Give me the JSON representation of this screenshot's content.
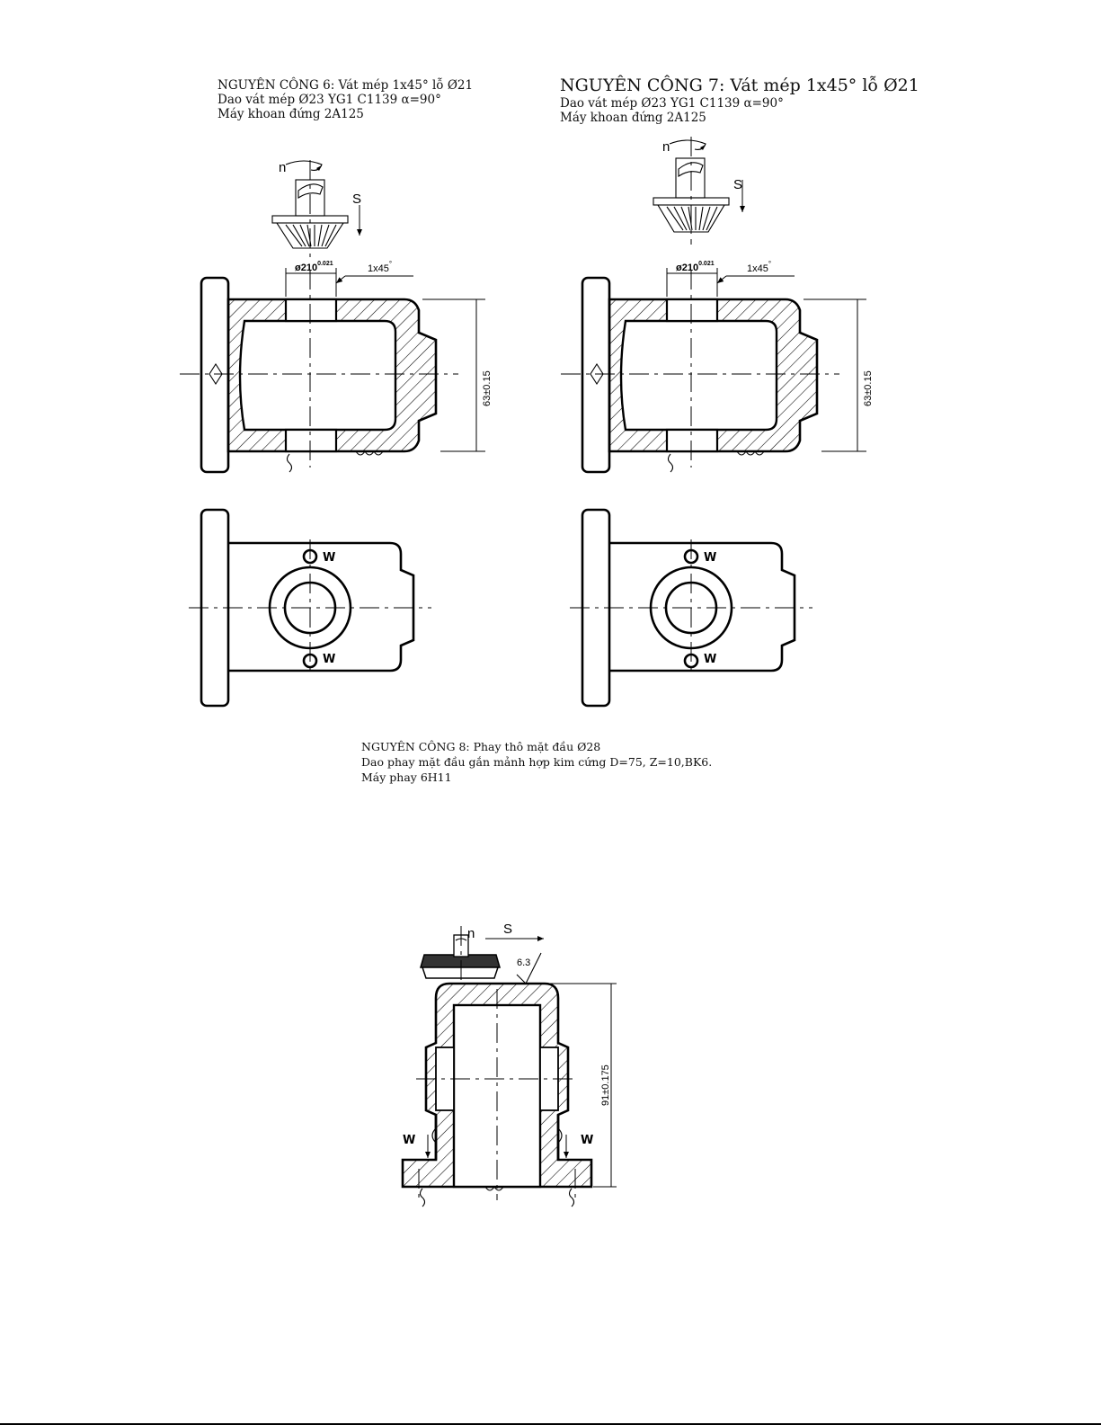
{
  "operations": [
    {
      "id": "op6",
      "title": "NGUYÊN CÔNG 6: Vát mép 1x45° lỗ Ø21",
      "tool": "Dao vát mép Ø23 YG1 C1139 α=90°",
      "machine": "Máy khoan đứng 2A125",
      "labels": {
        "spindle": "n",
        "feed": "S",
        "hole_dim_prefix": "ø21",
        "hole_dim_base": "0",
        "hole_dim_tol": "0.021",
        "chamfer": "1x45",
        "chamfer_deg": "°",
        "height_dim": "63±0.15",
        "clamp_top": "W",
        "clamp_bottom": "W"
      }
    },
    {
      "id": "op7",
      "title": "NGUYÊN CÔNG 7: Vát mép 1x45° lỗ Ø21",
      "tool": "Dao vát mép Ø23 YG1 C1139 α=90°",
      "machine": "Máy khoan đứng 2A125",
      "labels": {
        "spindle": "n",
        "feed": "S",
        "hole_dim_prefix": "ø21",
        "hole_dim_base": "0",
        "hole_dim_tol": "0.021",
        "chamfer": "1x45",
        "chamfer_deg": "°",
        "height_dim": "63±0.15",
        "clamp_top": "W",
        "clamp_bottom": "W"
      }
    },
    {
      "id": "op8",
      "title": "NGUYÊN CÔNG 8: Phay thô mặt đầu Ø28",
      "tool": "Dao phay mặt đầu gắn mảnh hợp kim cứng D=75, Z=10,BK6.",
      "machine": "Máy phay 6H11",
      "labels": {
        "spindle": "n",
        "feed": "S",
        "roughness": "6.3",
        "height_dim": "91±0.175",
        "clamp_left": "W",
        "clamp_right": "W"
      }
    }
  ]
}
